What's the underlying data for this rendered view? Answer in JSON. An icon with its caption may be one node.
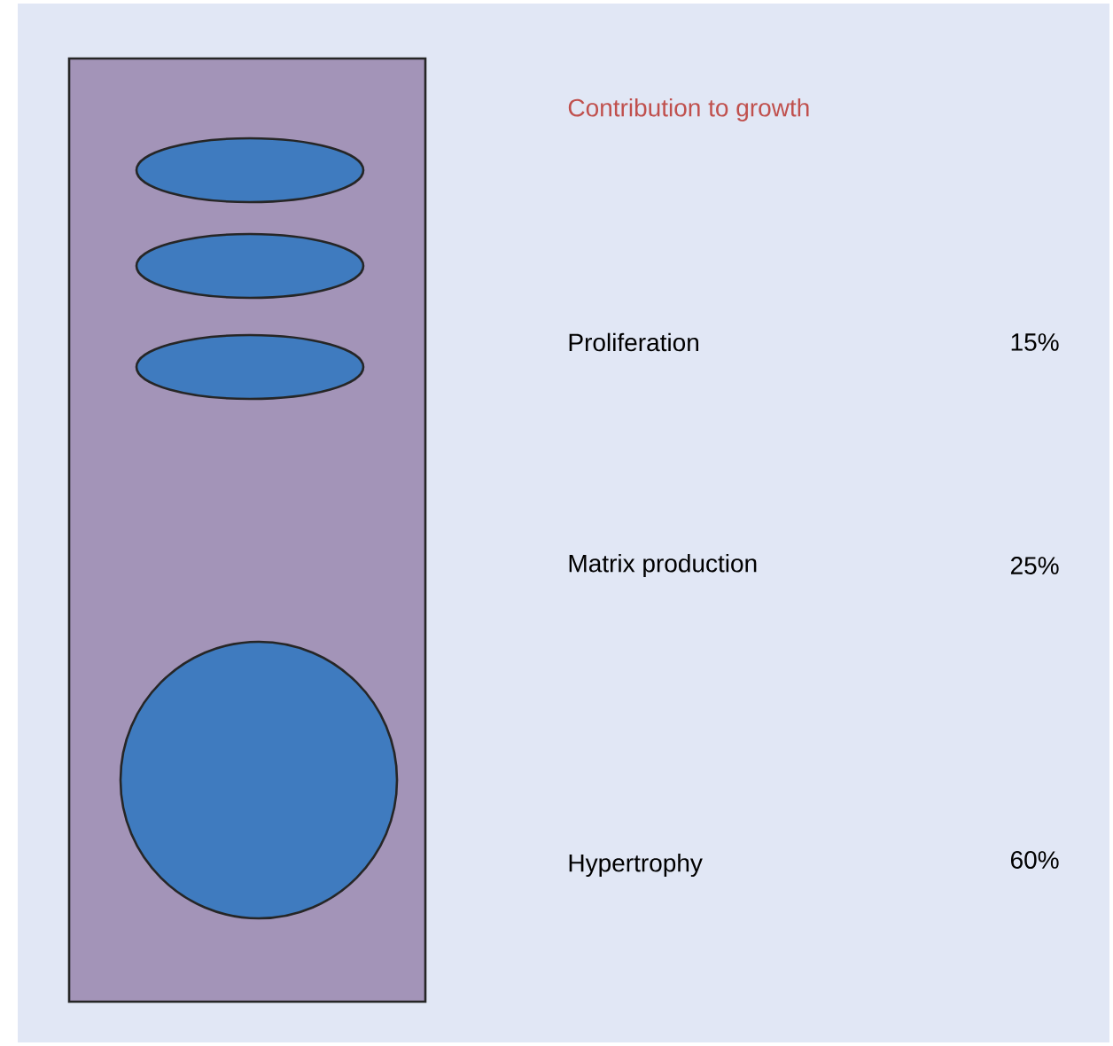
{
  "diagram": {
    "title": "Contribution to growth",
    "nodes": [
      {
        "text": [],
        "shape": "box"
      },
      {
        "text": [],
        "shape": "ellipse",
        "in": 0
      },
      {
        "text": [],
        "shape": "ellipse",
        "in": 0
      },
      {
        "text": [],
        "shape": "ellipse",
        "in": 0
      },
      {
        "text": [],
        "shape": "circle",
        "in": 0
      }
    ],
    "labels": [
      "Proliferation",
      "15%",
      "Matrix production",
      "25%",
      "Hypertrophy",
      "60%"
    ]
  }
}
